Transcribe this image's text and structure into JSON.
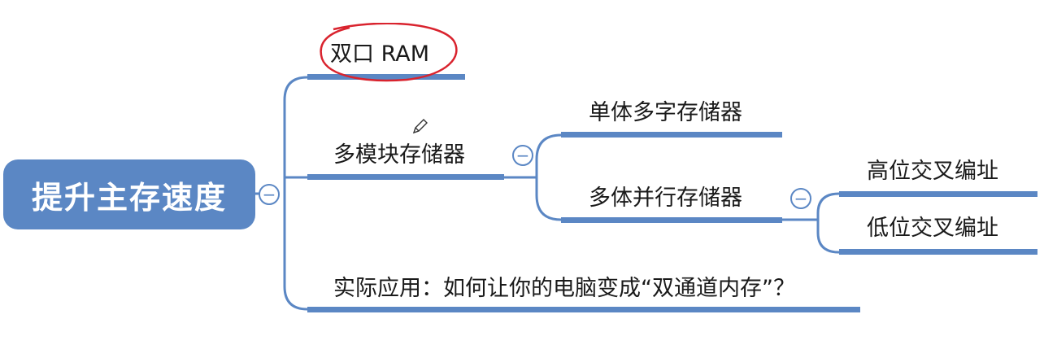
{
  "root": {
    "label": "提升主存速度"
  },
  "branches": {
    "dual_port": {
      "label": "双口 RAM"
    },
    "multi_module": {
      "label": "多模块存储器",
      "children": {
        "single_multiword": {
          "label": "单体多字存储器"
        },
        "multi_parallel": {
          "label": "多体并行存储器",
          "children": {
            "high_interleave": {
              "label": "高位交叉编址"
            },
            "low_interleave": {
              "label": "低位交叉编址"
            }
          }
        }
      }
    },
    "application": {
      "label": "实际应用：如何让你的电脑变成“双通道内存”？"
    }
  },
  "collapse_symbol": "−",
  "colors": {
    "node_fill": "#5b87c4",
    "connector": "#5b87c4",
    "annotation": "#d9232e"
  },
  "annotations": [
    "red-circle-around-dual-port-ram",
    "pencil-cursor-icon"
  ]
}
